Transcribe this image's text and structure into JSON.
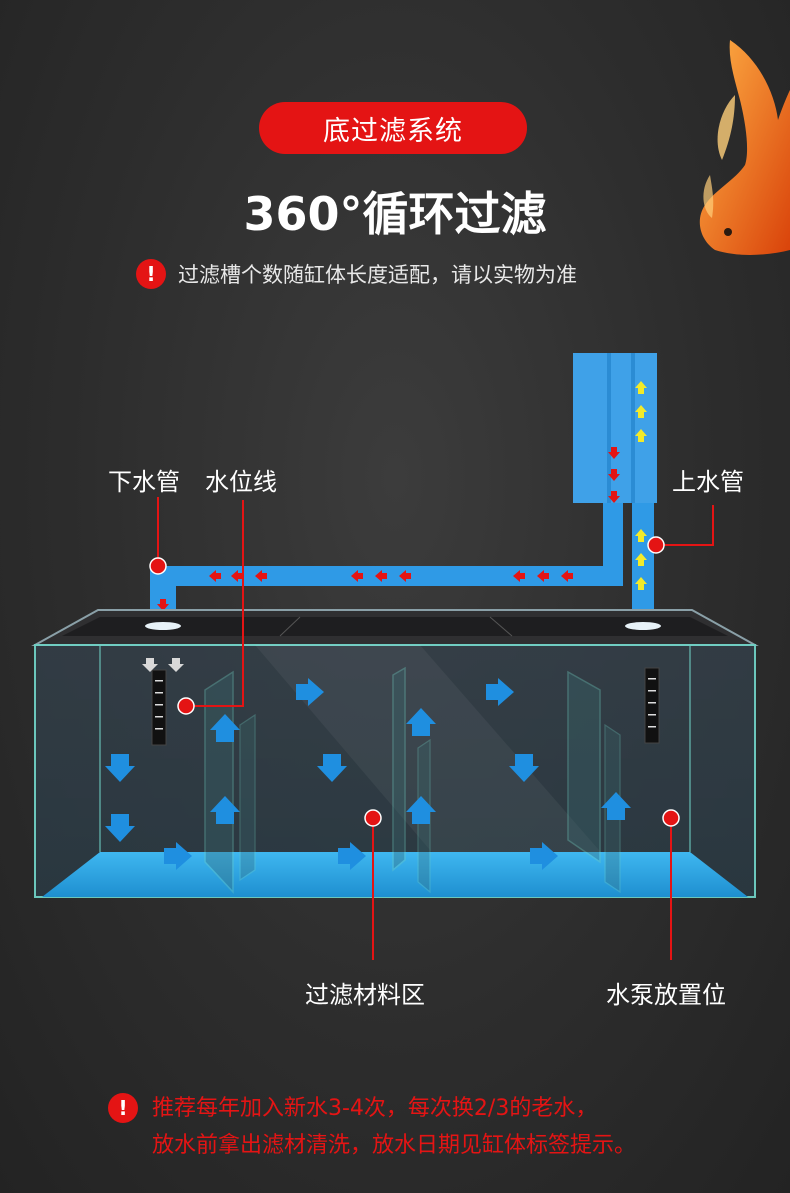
{
  "title": "底过滤系统",
  "headline": "360°循环过滤",
  "notice": "过滤槽个数随缸体长度适配，请以实物为准",
  "warn_glyph": "!",
  "labels": {
    "drain_pipe": "下水管",
    "water_line": "水位线",
    "inlet_pipe": "上水管",
    "filter_zone": "过滤材料区",
    "pump_zone": "水泵放置位"
  },
  "footer": {
    "line1": "推荐每年加入新水3-4次，每次换2/3的老水，",
    "line2": "放水前拿出滤材清洗，放水日期见缸体标签提示。"
  },
  "colors": {
    "accent_red": "#e41414",
    "pipe_blue": "#2f9ae6",
    "water_blue": "#2ea8e6",
    "arrow_yellow": "#f2ea2a"
  }
}
